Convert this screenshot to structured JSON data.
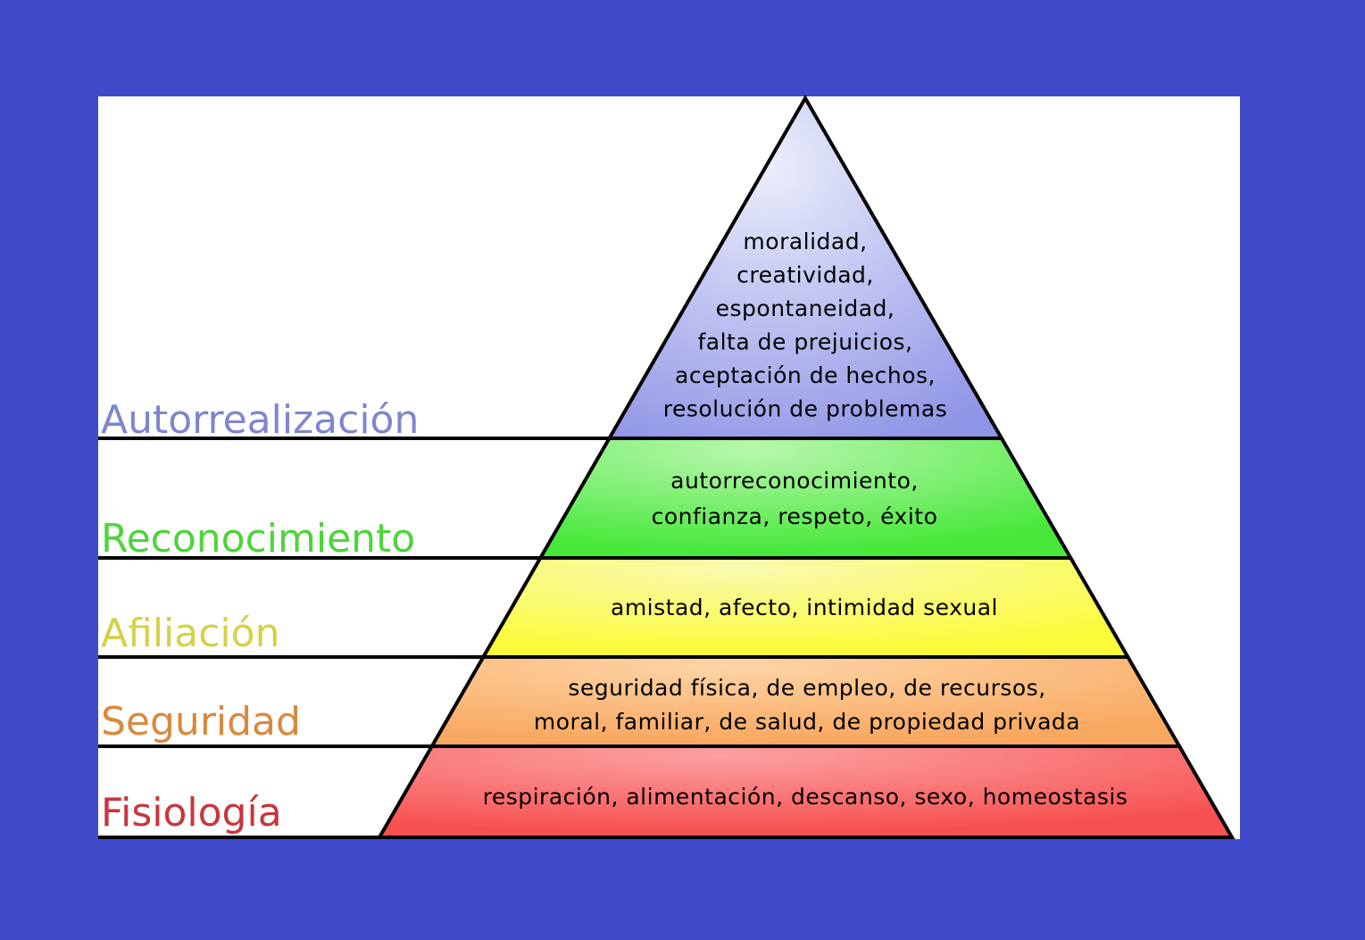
{
  "diagram": {
    "colors": {
      "background": "#3f4bcb",
      "panel": "#ffffff",
      "outline": "#000000"
    },
    "levels": [
      {
        "key": "autorrealizacion",
        "label": "Autorrealización",
        "label_color": "#7f86cf",
        "fill_light": "#eceefb",
        "fill_dark": "#8f94e6",
        "lines": [
          "moralidad,",
          "creatividad,",
          "espontaneidad,",
          "falta de prejuicios,",
          "aceptación de hechos,",
          "resolución de problemas"
        ]
      },
      {
        "key": "reconocimiento",
        "label": "Reconocimiento",
        "label_color": "#4dd43b",
        "fill_light": "#b7f7ad",
        "fill_dark": "#47e83a",
        "lines": [
          "autorreconocimiento,",
          "confianza, respeto, éxito"
        ]
      },
      {
        "key": "afiliacion",
        "label": "Afiliación",
        "label_color": "#d4d14a",
        "fill_light": "#fafab0",
        "fill_dark": "#fbfb3a",
        "lines": [
          "amistad, afecto, intimidad sexual"
        ]
      },
      {
        "key": "seguridad",
        "label": "Seguridad",
        "label_color": "#d9893e",
        "fill_light": "#fdd4a5",
        "fill_dark": "#f9a860",
        "lines": [
          "seguridad física, de empleo, de recursos,",
          "moral, familiar, de salud, de propiedad privada"
        ]
      },
      {
        "key": "fisiologia",
        "label": "Fisiología",
        "label_color": "#c8353c",
        "fill_light": "#fca0a0",
        "fill_dark": "#f75050",
        "lines": [
          "respiración, alimentación, descanso, sexo, homeostasis"
        ]
      }
    ]
  }
}
